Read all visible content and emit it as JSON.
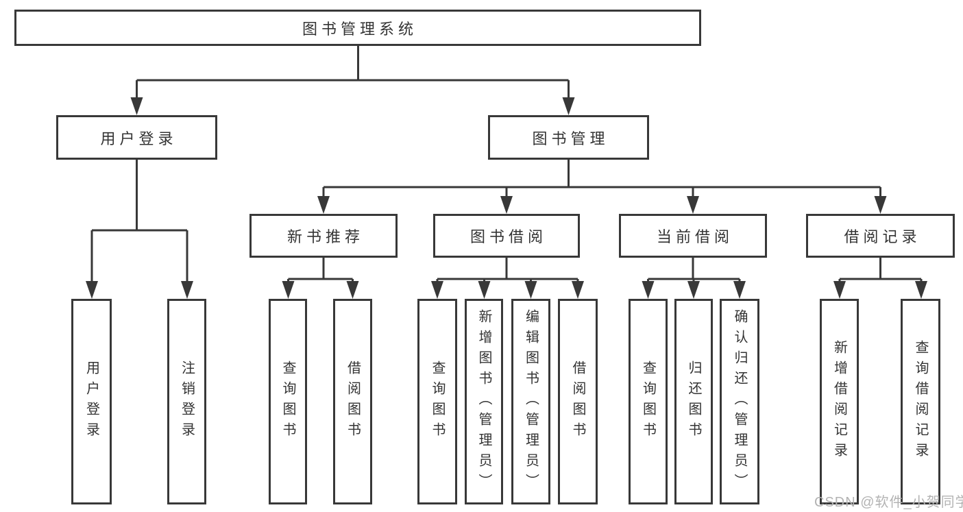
{
  "diagram": {
    "root": {
      "label": "图书管理系统"
    },
    "level2": [
      {
        "label": "用户登录"
      },
      {
        "label": "图书管理"
      }
    ],
    "level3": [
      {
        "label": "新书推荐"
      },
      {
        "label": "图书借阅"
      },
      {
        "label": "当前借阅"
      },
      {
        "label": "借阅记录"
      }
    ],
    "leaves": [
      {
        "label": "用户登录"
      },
      {
        "label": "注销登录"
      },
      {
        "label": "查询图书"
      },
      {
        "label": "借阅图书"
      },
      {
        "label": "查询图书"
      },
      {
        "label": "新增图书（管理员）"
      },
      {
        "label": "编辑图书（管理员）"
      },
      {
        "label": "借阅图书"
      },
      {
        "label": "查询图书"
      },
      {
        "label": "归还图书"
      },
      {
        "label": "确认归还（管理员）"
      },
      {
        "label": "新增借阅记录"
      },
      {
        "label": "查询借阅记录"
      }
    ]
  },
  "watermark": {
    "text": "CSDN @软件_小贺同学"
  },
  "colors": {
    "line": "#383838",
    "box_border": "#383838",
    "text": "#333333",
    "watermark": "#b3b3b3",
    "background": "#ffffff"
  }
}
